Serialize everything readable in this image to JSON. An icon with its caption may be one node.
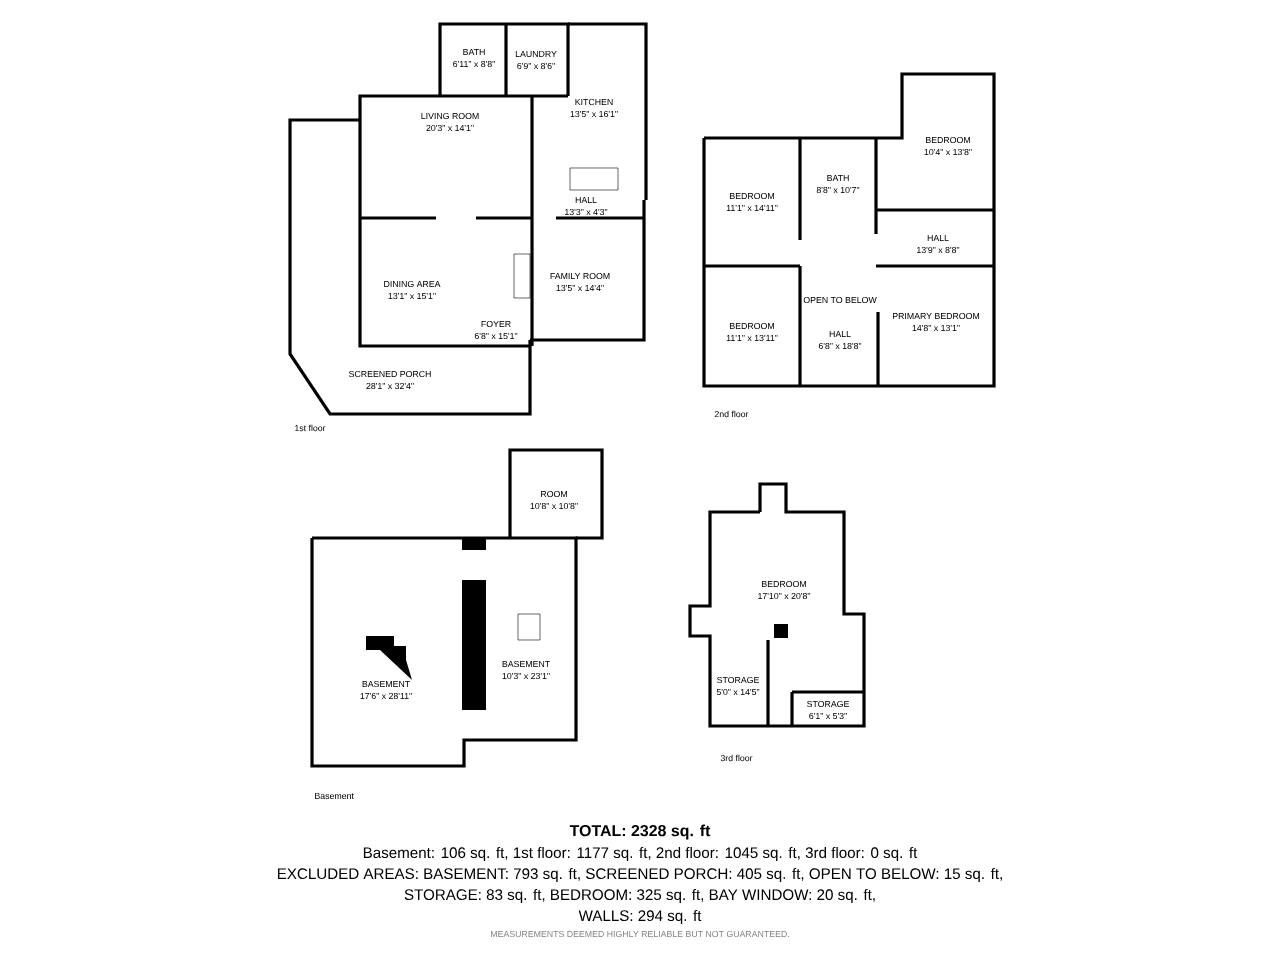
{
  "diagram": {
    "title": "TOTAL: 2328 sq. ft",
    "labels": [
      "BATH",
      "6'11\" x 8'8\"",
      "LAUNDRY",
      "6'9\" x 8'6\"",
      "KITCHEN",
      "13'5\" x 16'1\"",
      "LIVING ROOM",
      "20'3\" x 14'1\"",
      "HALL",
      "13'3\" x 4'3\"",
      "DINING AREA",
      "13'1\" x 15'1\"",
      "FAMILY ROOM",
      "13'5\" x 14'4\"",
      "FOYER",
      "6'8\" x 15'1\"",
      "SCREENED PORCH",
      "28'1\" x 32'4\"",
      "1st floor",
      "BEDROOM",
      "10'4\" x 13'8\"",
      "BEDROOM",
      "11'1\" x 14'11\"",
      "BATH",
      "8'8\" x 10'7\"",
      "HALL",
      "13'9\" x 8'8\"",
      "OPEN TO BELOW",
      "HALL",
      "6'8\" x 18'8\"",
      "BEDROOM",
      "11'1\" x 13'11\"",
      "PRIMARY BEDROOM",
      "14'8\" x 13'1\"",
      "2nd floor",
      "ROOM",
      "10'8\" x 10'8\"",
      "BASEMENT",
      "17'6\" x 28'11\"",
      "BASEMENT",
      "10'3\" x 23'1\"",
      "Basement",
      "BEDROOM",
      "17'10\" x 20'8\"",
      "STORAGE",
      "5'0\" x 14'5\"",
      "STORAGE",
      "6'1\" x 5'3\"",
      "3rd floor",
      "Basement: 106 sq. ft, 1st floor: 1177 sq. ft, 2nd floor: 1045 sq. ft, 3rd floor: 0 sq. ft",
      "EXCLUDED AREAS: BASEMENT: 793 sq. ft, SCREENED PORCH: 405 sq. ft, OPEN TO BELOW: 15 sq. ft,",
      "STORAGE: 83 sq. ft, BEDROOM: 325 sq. ft, BAY WINDOW: 20 sq. ft,",
      "WALLS: 294 sq. ft",
      "MEASUREMENTS DEEMED HIGHLY RELIABLE BUT NOT GUARANTEED."
    ]
  }
}
